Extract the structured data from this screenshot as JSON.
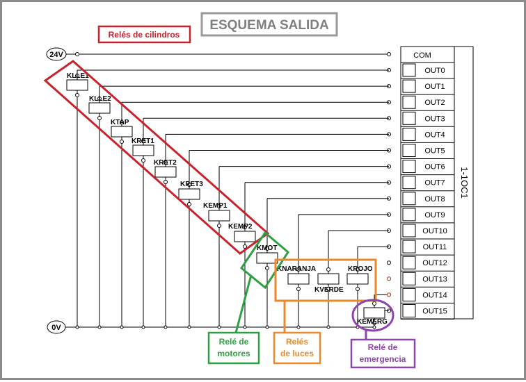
{
  "title": "ESQUEMA SALIDA",
  "rails": {
    "top": "24V",
    "bottom": "0V"
  },
  "module": {
    "label": "1-1OC1",
    "common": "COM"
  },
  "outputs": [
    "OUT0",
    "OUT1",
    "OUT2",
    "OUT3",
    "OUT4",
    "OUT5",
    "OUT6",
    "OUT7",
    "OUT8",
    "OUT9",
    "OUT10",
    "OUT11",
    "OUT12",
    "OUT13",
    "OUT14",
    "OUT15"
  ],
  "relays": [
    "KLLE1",
    "KLLE2",
    "KTAP",
    "KRET1",
    "KRET2",
    "KRET3",
    "KEMP1",
    "KEMP2",
    "KMOT",
    "KNARANJA",
    "KVERDE",
    "KROJO",
    "KEMERG"
  ],
  "groups": {
    "cylinders": {
      "label": "Relés de cilindros",
      "color": "#c8232c"
    },
    "motors": {
      "line1": "Relé de",
      "line2": "motores",
      "color": "#2ea043"
    },
    "lights": {
      "line1": "Relés",
      "line2": "de luces",
      "color": "#e8892b"
    },
    "emergency": {
      "line1": "Relé de",
      "line2": "emergencia",
      "color": "#8e44ad"
    }
  }
}
